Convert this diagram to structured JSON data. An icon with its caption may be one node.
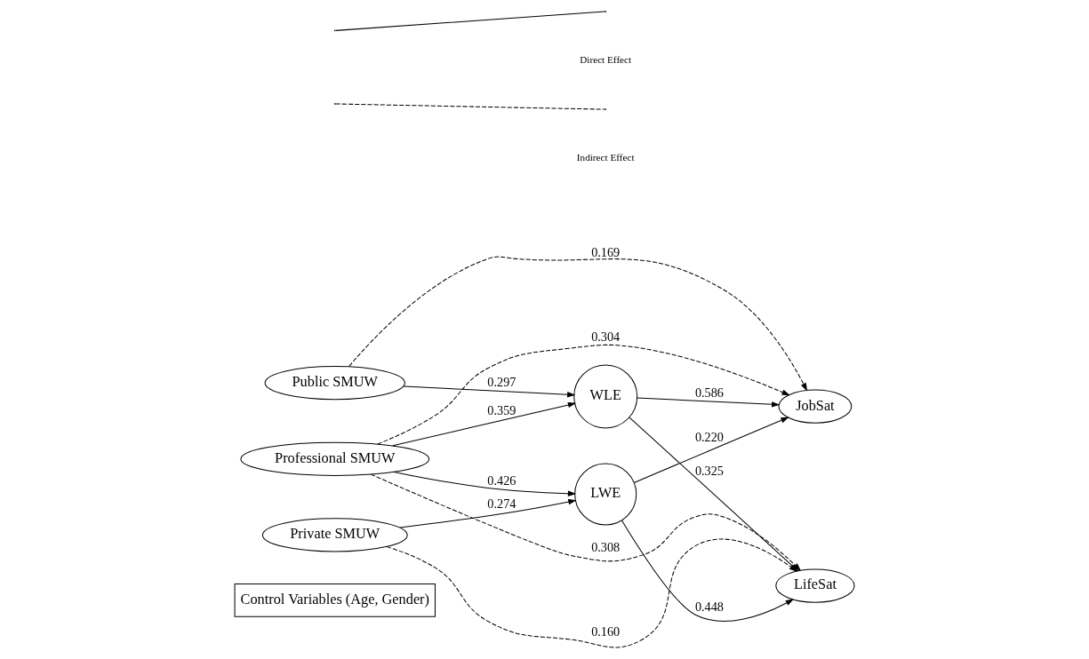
{
  "diagram": {
    "nodes": [
      {
        "text": [
          "Control Variables (Age, Gender)"
        ]
      },
      {
        "text": [
          "Public SMUW"
        ]
      },
      {
        "text": [
          "Professional SMUW"
        ]
      },
      {
        "text": [
          "Private SMUW"
        ]
      },
      {
        "text": [
          "WLE"
        ]
      },
      {
        "text": [
          "LWE"
        ]
      },
      {
        "text": [
          "JobSat"
        ]
      },
      {
        "text": [
          "LifeSat"
        ]
      }
    ],
    "edges": [
      {
        "from": 2,
        "to": 6,
        "arrow": "to",
        "label": "0.304",
        "style": "dashed"
      },
      {
        "from": 1,
        "to": 6,
        "arrow": "to",
        "label": "0.169",
        "style": "dashed"
      },
      {
        "from": 1,
        "to": 4,
        "arrow": "to",
        "label": "0.297"
      },
      {
        "from": 2,
        "to": 4,
        "arrow": "to",
        "label": "0.359"
      },
      {
        "from": 4,
        "to": 6,
        "arrow": "to",
        "label": "0.586"
      },
      {
        "from": 4,
        "to": 7,
        "arrow": "to",
        "label": "0.325"
      },
      {
        "from": 2,
        "to": 5,
        "arrow": "to",
        "label": "0.426"
      },
      {
        "from": 5,
        "to": 6,
        "arrow": "to",
        "label": "0.220"
      },
      {
        "from": 5,
        "to": 7,
        "arrow": "to",
        "label": "0.448"
      },
      {
        "from": 3,
        "to": 5,
        "arrow": "to",
        "label": "0.274"
      },
      {
        "from": 3,
        "to": 7,
        "arrow": "to",
        "label": "0.160",
        "style": "dashed"
      },
      {
        "from": 2,
        "to": 7,
        "arrow": "to",
        "label": "0.308",
        "style": "dashed"
      }
    ],
    "legend": [
      {
        "text": "Direct Effect"
      },
      {
        "text": "Indirect Effect"
      }
    ]
  }
}
